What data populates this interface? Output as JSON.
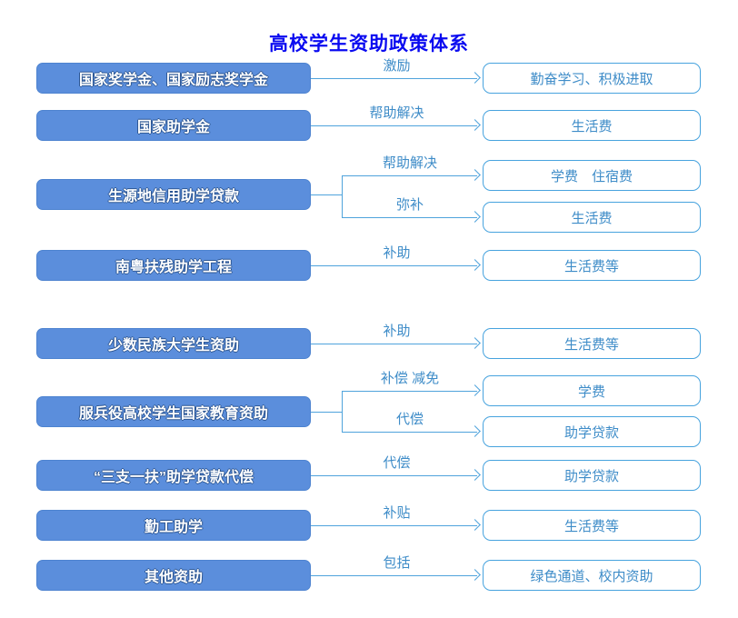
{
  "title": "高校学生资助政策体系",
  "colors": {
    "title_text": "#0a0af0",
    "left_box_fill": "#5b8edc",
    "left_box_text": "#ffffff",
    "connector_line": "#4fa3dc",
    "right_box_border": "#47a3de",
    "right_box_text": "#3e8cc8",
    "arrow_label_text": "#3e8cc8",
    "background": "#ffffff"
  },
  "rows": [
    {
      "left": "国家奖学金、国家励志奖学金",
      "label": "激励",
      "right": "勤奋学习、积极进取"
    },
    {
      "left": "国家助学金",
      "label": "帮助解决",
      "right": "生活费"
    },
    {
      "left": "生源地信用助学贷款",
      "branches": [
        {
          "label": "帮助解决",
          "right": "学费　住宿费"
        },
        {
          "label": "弥补",
          "right": "生活费"
        }
      ]
    },
    {
      "left": "南粤扶残助学工程",
      "label": "补助",
      "right": "生活费等"
    },
    {
      "left": "少数民族大学生资助",
      "label": "补助",
      "right": "生活费等"
    },
    {
      "left": "服兵役高校学生国家教育资助",
      "branches": [
        {
          "label": "补偿 减免",
          "right": "学费"
        },
        {
          "label": "代偿",
          "right": "助学贷款"
        }
      ]
    },
    {
      "left": "“三支一扶”助学贷款代偿",
      "label": "代偿",
      "right": "助学贷款"
    },
    {
      "left": "勤工助学",
      "label": "补贴",
      "right": "生活费等"
    },
    {
      "left": "其他资助",
      "label": "包括",
      "right": "绿色通道、校内资助"
    }
  ]
}
